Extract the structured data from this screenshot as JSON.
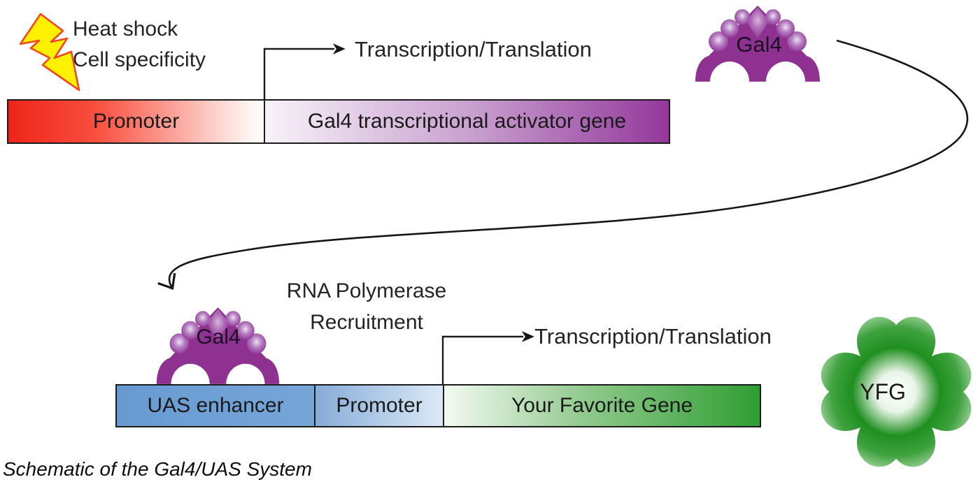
{
  "figure": {
    "caption": "Schematic of the Gal4/UAS System"
  },
  "driver_construct": {
    "stimulus_line1": "Heat shock",
    "stimulus_line2": "Cell specificity",
    "transcription_label": "Transcription/Translation",
    "promoter_label": "Promoter",
    "gene_label": "Gal4 transcriptional activator gene",
    "protein_label": "Gal4"
  },
  "responder_construct": {
    "recruitment_line1": "RNA Polymerase",
    "recruitment_line2": "Recruitment",
    "protein_label": "Gal4",
    "transcription_label": "Transcription/Translation",
    "uas_label": "UAS enhancer",
    "promoter_label": "Promoter",
    "gene_label": "Your Favorite Gene",
    "product_label": "YFG"
  },
  "icons": {
    "lightning_bolt": "heat-shock-stimulus",
    "gal4_blob": "gal4-transcription-factor",
    "clover": "your-favorite-gene-product"
  },
  "colors": {
    "promoter_red": "#ee2419",
    "gal4_purple": "#8e3191",
    "uas_blue": "#6b9dd3",
    "gene_green": "#2f9e33",
    "clover_green": "#1f8f1f",
    "bolt_yellow": "#fff101",
    "bolt_outline": "#f2481f",
    "arrow_black": "#1a1a1a"
  }
}
